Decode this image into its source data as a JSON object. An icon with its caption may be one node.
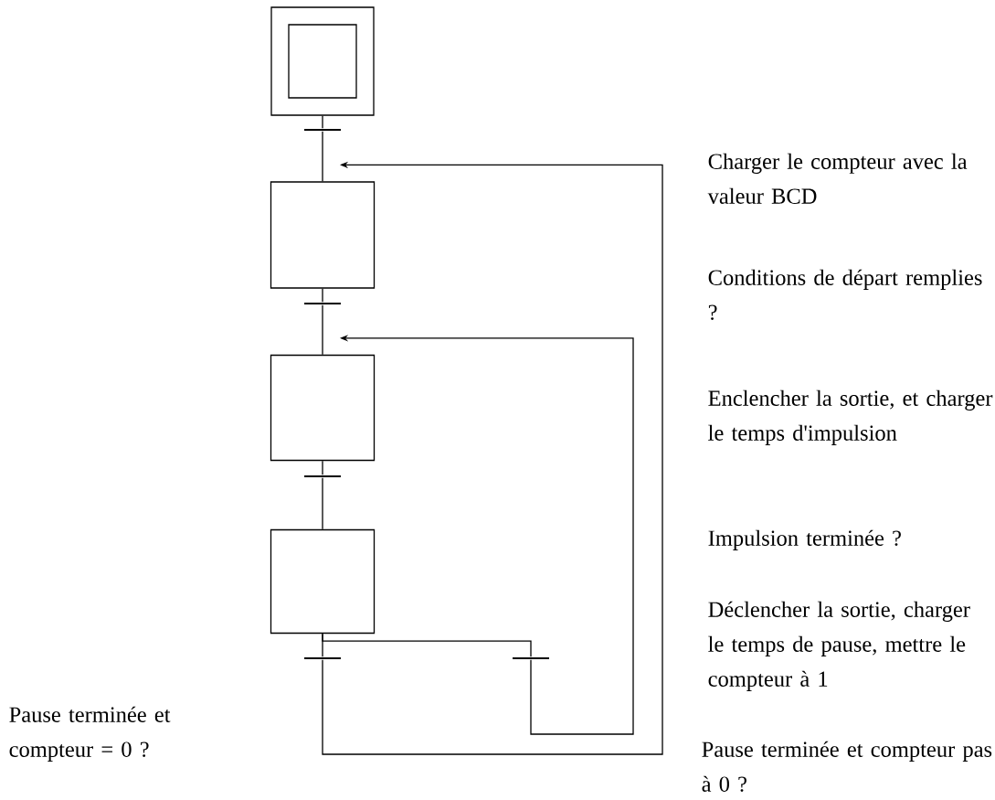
{
  "diagram": {
    "nodes": [
      {
        "text": [],
        "shape": "box"
      },
      {
        "text": [],
        "shape": "bar"
      },
      {
        "text": [],
        "shape": "box"
      },
      {
        "text": [],
        "shape": "bar"
      },
      {
        "text": [],
        "shape": "box"
      },
      {
        "text": [],
        "shape": "bar"
      },
      {
        "text": [],
        "shape": "box"
      },
      {
        "text": [],
        "shape": "bar"
      },
      {
        "text": [],
        "shape": "bar"
      }
    ],
    "edges": [
      {
        "from": 0,
        "to": 1,
        "arrow": "none"
      },
      {
        "from": 1,
        "to": 2,
        "arrow": "none"
      },
      {
        "from": 2,
        "to": 3,
        "arrow": "none"
      },
      {
        "from": 3,
        "to": 4,
        "arrow": "none"
      },
      {
        "from": 4,
        "to": 5,
        "arrow": "none"
      },
      {
        "from": 5,
        "to": 6,
        "arrow": "none"
      },
      {
        "from": 6,
        "to": 7,
        "arrow": "none"
      },
      {
        "from": 6,
        "to": 8,
        "arrow": "none"
      },
      {
        "from": 7,
        "to": 2,
        "arrow": "to"
      },
      {
        "from": 8,
        "to": 4,
        "arrow": "to"
      }
    ],
    "labels": [
      "Charger le compteur avec la valeur BCD",
      "Conditions de départ remplies ?",
      "Enclencher la sortie, et charger le temps d'impulsion",
      "Impulsion terminée ?",
      "Déclencher la sortie, charger le temps de pause, mettre le compteur à 1",
      "Pause terminée et compteur = 0 ?",
      "Pause terminée et compteur pas à 0 ?"
    ]
  }
}
